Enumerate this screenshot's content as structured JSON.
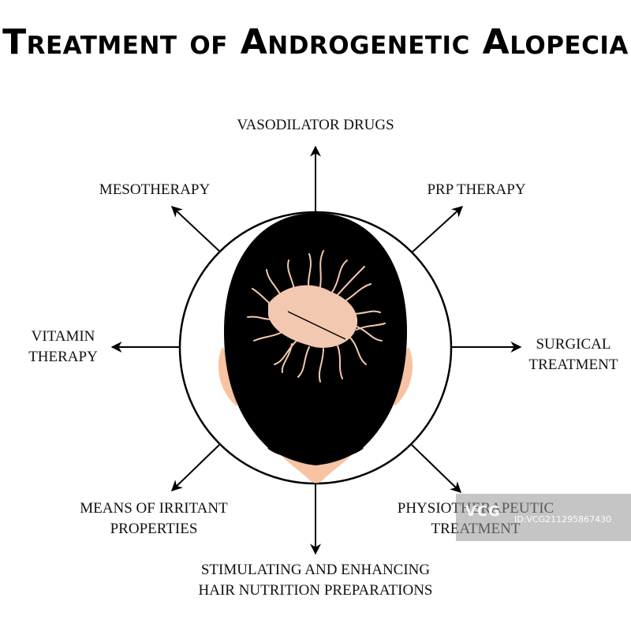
{
  "title": "Treatment of Androgenetic Alopecia",
  "treatments": {
    "top": [
      "VASODILATOR DRUGS"
    ],
    "top_left": [
      "MESOTHERAPY"
    ],
    "top_right": [
      "PRP THERAPY"
    ],
    "left": [
      "VITAMIN",
      "THERAPY"
    ],
    "right": [
      "SURGICAL",
      "TREATMENT"
    ],
    "bottom_left": [
      "MEANS OF IRRITANT",
      "PROPERTIES"
    ],
    "bottom_right": [
      "PHYSIOTHERAPEUTIC",
      "TREATMENT"
    ],
    "bottom": [
      "STIMULATING AND ENHANCING",
      "HAIR NUTRITION PREPARATIONS"
    ]
  },
  "watermark": {
    "logo": "VCG",
    "id": "ID:VCG211295867430"
  },
  "colors": {
    "hair": "#000000",
    "skin": "#f7c3a3",
    "bald_spot": "#f3c8b0",
    "outline": "#000000",
    "background": "#ffffff"
  }
}
